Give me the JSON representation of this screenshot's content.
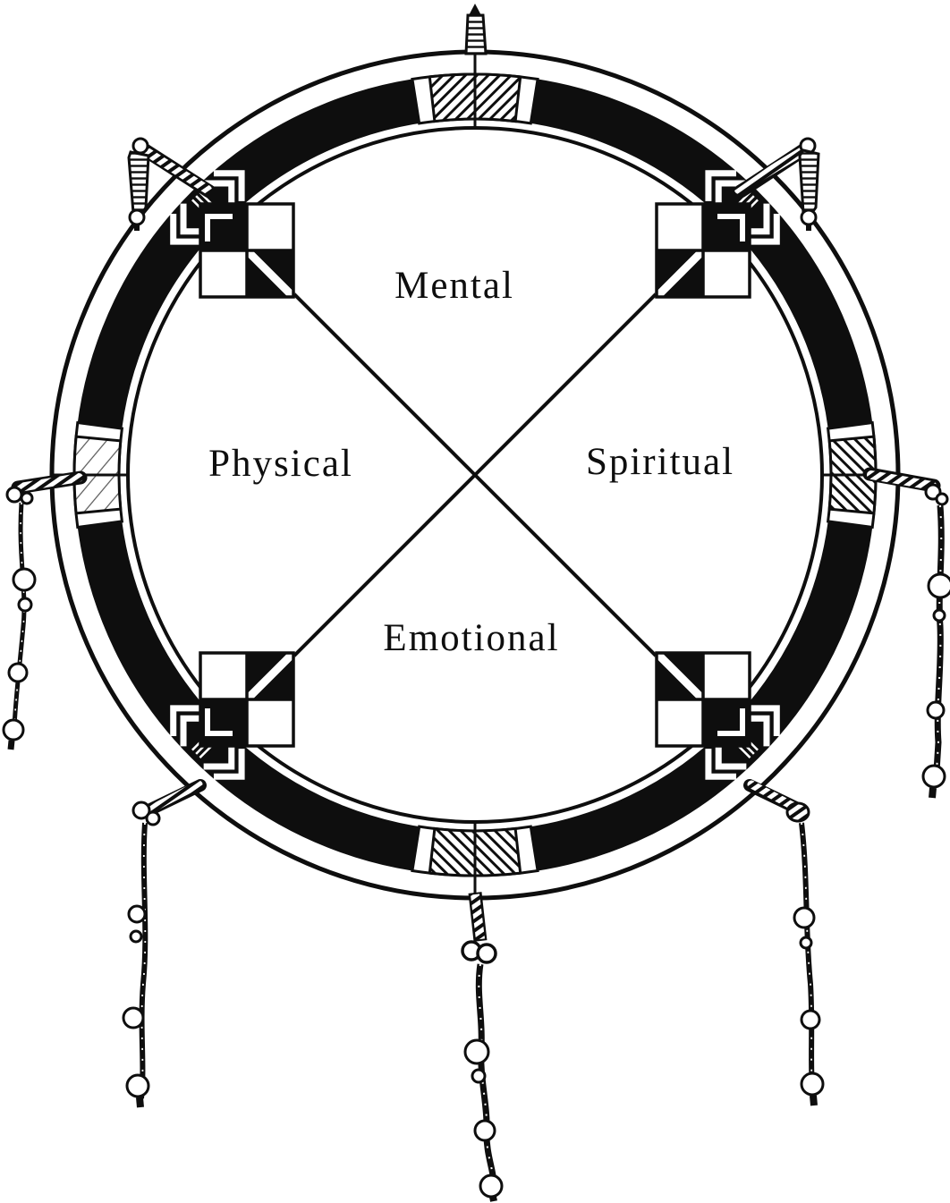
{
  "figure": {
    "description_name": "medicine-wheel-diagram",
    "quadrants": {
      "top": {
        "label": "Mental"
      },
      "left": {
        "label": "Physical"
      },
      "right": {
        "label": "Spiritual"
      },
      "bottom": {
        "label": "Emotional"
      }
    },
    "colors": {
      "ink": "#0e0e0e",
      "paper": "#ffffff"
    },
    "icons": [
      "top-feather-icon",
      "nw-feather-icon",
      "ne-feather-icon",
      "left-bead-strand-icon",
      "right-bead-strand-icon",
      "sw-bead-strand-icon",
      "se-bead-strand-icon",
      "bottom-cord-icon"
    ]
  }
}
